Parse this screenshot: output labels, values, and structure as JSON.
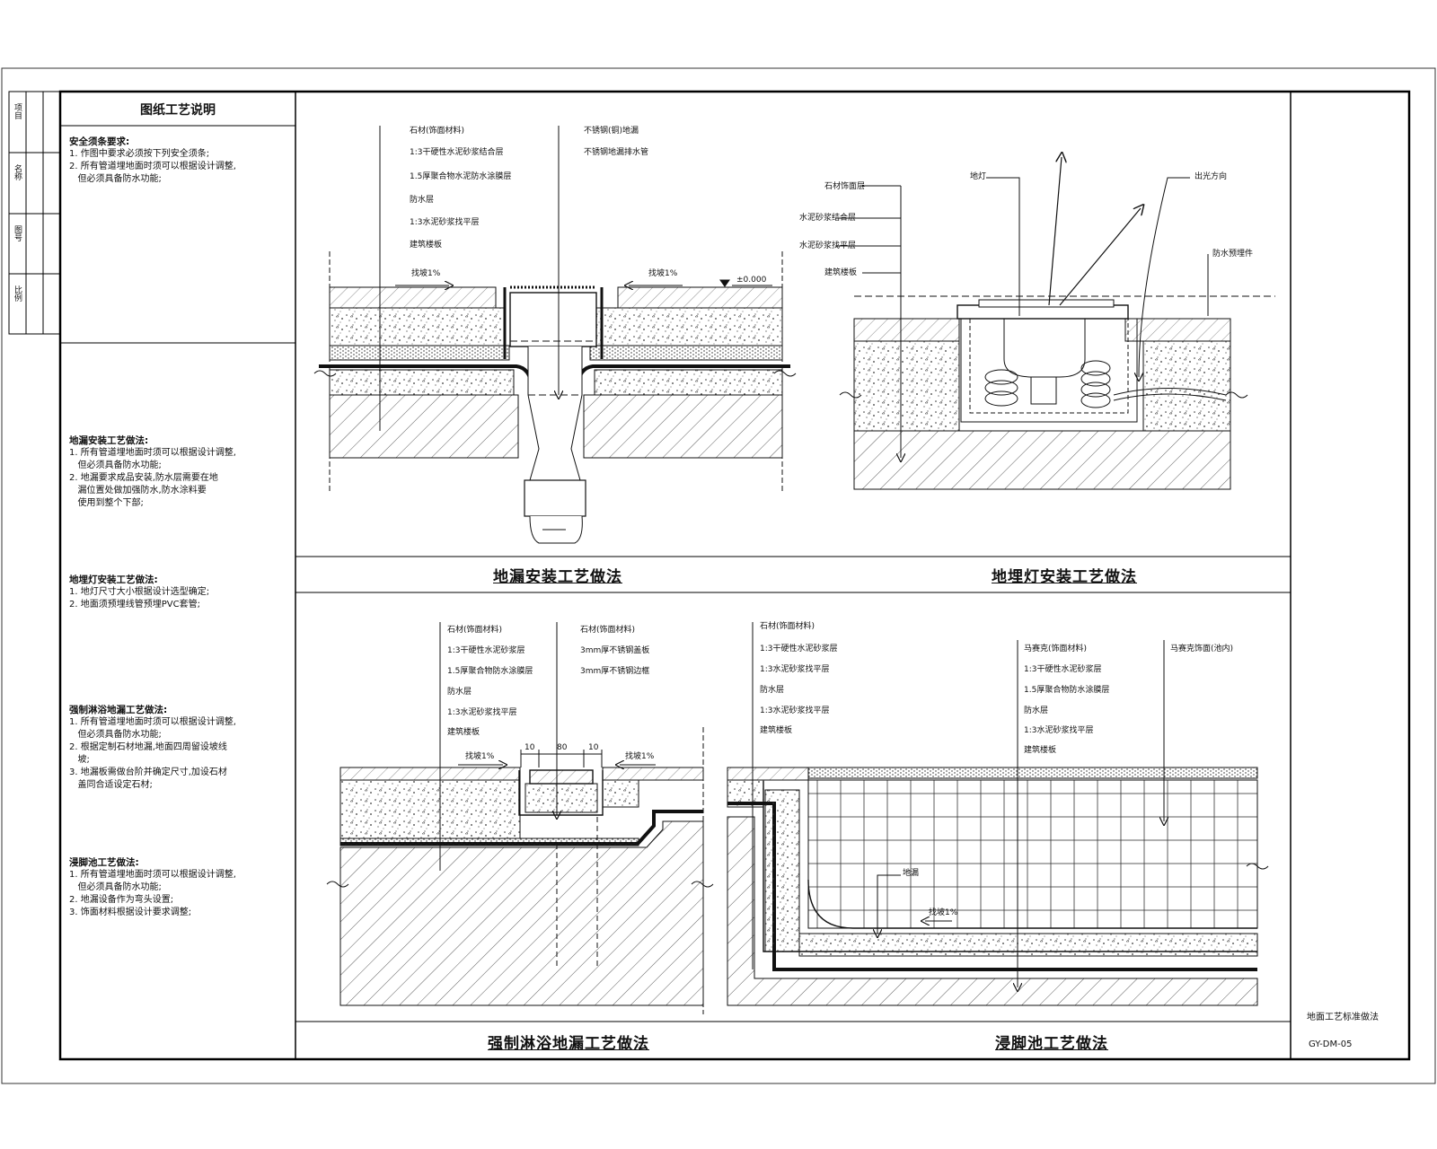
{
  "notes_panel": {
    "title": "图纸工艺说明",
    "sections": [
      {
        "heading": "安全须条要求:",
        "lines": [
          "1. 作图中要求必须按下列安全须条;",
          "2. 所有管道埋地面时须可以根据设计调整,",
          "   但必须具备防水功能;"
        ]
      },
      {
        "heading": "地漏安装工艺做法:",
        "lines": [
          "1. 所有管道埋地面时须可以根据设计调整,",
          "   但必须具备防水功能;",
          "2. 地漏要求成品安装,防水层需要在地",
          "   漏位置处做加强防水,防水涂料要",
          "   使用到整个下部;"
        ]
      },
      {
        "heading": "地埋灯安装工艺做法:",
        "lines": [
          "1. 地灯尺寸大小根据设计选型确定;",
          "2. 地面须预埋线管预埋PVC套管;"
        ]
      },
      {
        "heading": "强制淋浴地漏工艺做法:",
        "lines": [
          "1. 所有管道埋地面时须可以根据设计调整,",
          "   但必须具备防水功能;",
          "2. 根据定制石材地漏,地面四周留设坡线",
          "   坡;",
          "3. 地漏板需做台阶并确定尺寸,加设石材",
          "   盖同合适设定石材;"
        ]
      },
      {
        "heading": "浸脚池工艺做法:",
        "lines": [
          "1. 所有管道埋地面时须可以根据设计调整,",
          "   但必须具备防水功能;",
          "2. 地漏设备作为弯头设置;",
          "3. 饰面材料根据设计要求调整;"
        ]
      }
    ]
  },
  "side_strip": [
    "项目",
    "名称",
    "图号",
    "比例"
  ],
  "captions": {
    "drain": "地漏安装工艺做法",
    "inground_light": "地埋灯安装工艺做法",
    "shower_drain": "强制淋浴地漏工艺做法",
    "foot_bath": "浸脚池工艺做法"
  },
  "drain_labels": {
    "left": [
      "石材(饰面材料)",
      "1:3干硬性水泥砂浆结合层",
      "1.5厚聚合物水泥防水涂膜层",
      "防水层",
      "1:3水泥砂浆找平层",
      "建筑楼板"
    ],
    "right": [
      "不锈钢(铜)地漏",
      "不锈钢地漏排水管"
    ],
    "slope_left": "找坡1%",
    "slope_right": "找坡1%",
    "level_mark": "±0.000"
  },
  "light_labels": {
    "left": [
      "石材饰面层",
      "水泥砂浆结合层",
      "水泥砂浆找平层",
      "建筑楼板"
    ],
    "top": [
      "地灯",
      "出光方向"
    ],
    "right": "防水预埋件"
  },
  "shower_labels": {
    "left": [
      "石材(饰面材料)",
      "1:3干硬性水泥砂浆层",
      "1.5厚聚合物防水涂膜层",
      "防水层",
      "1:3水泥砂浆找平层",
      "建筑楼板"
    ],
    "right": [
      "石材(饰面材料)",
      "3mm厚不锈钢盖板",
      "3mm厚不锈钢边框"
    ],
    "dims": [
      "10",
      "80",
      "10"
    ],
    "slope_left": "找坡1%",
    "slope_right": "找坡1%"
  },
  "bath_labels": {
    "left": [
      "石材(饰面材料)",
      "1:3干硬性水泥砂浆层",
      "1:3水泥砂浆找平层",
      "防水层",
      "1:3水泥砂浆找平层",
      "建筑楼板"
    ],
    "middle": [
      "马赛克(饰面材料)",
      "1:3干硬性水泥砂浆层",
      "1.5厚聚合物防水涂膜层",
      "防水层",
      "1:3水泥砂浆找平层",
      "建筑楼板"
    ],
    "right": "马赛克饰面(池内)",
    "drain": "地漏",
    "slope": "找坡1%"
  },
  "title_block": {
    "drawing_name": "地面工艺标准做法",
    "drawing_no": "GY-DM-05"
  }
}
